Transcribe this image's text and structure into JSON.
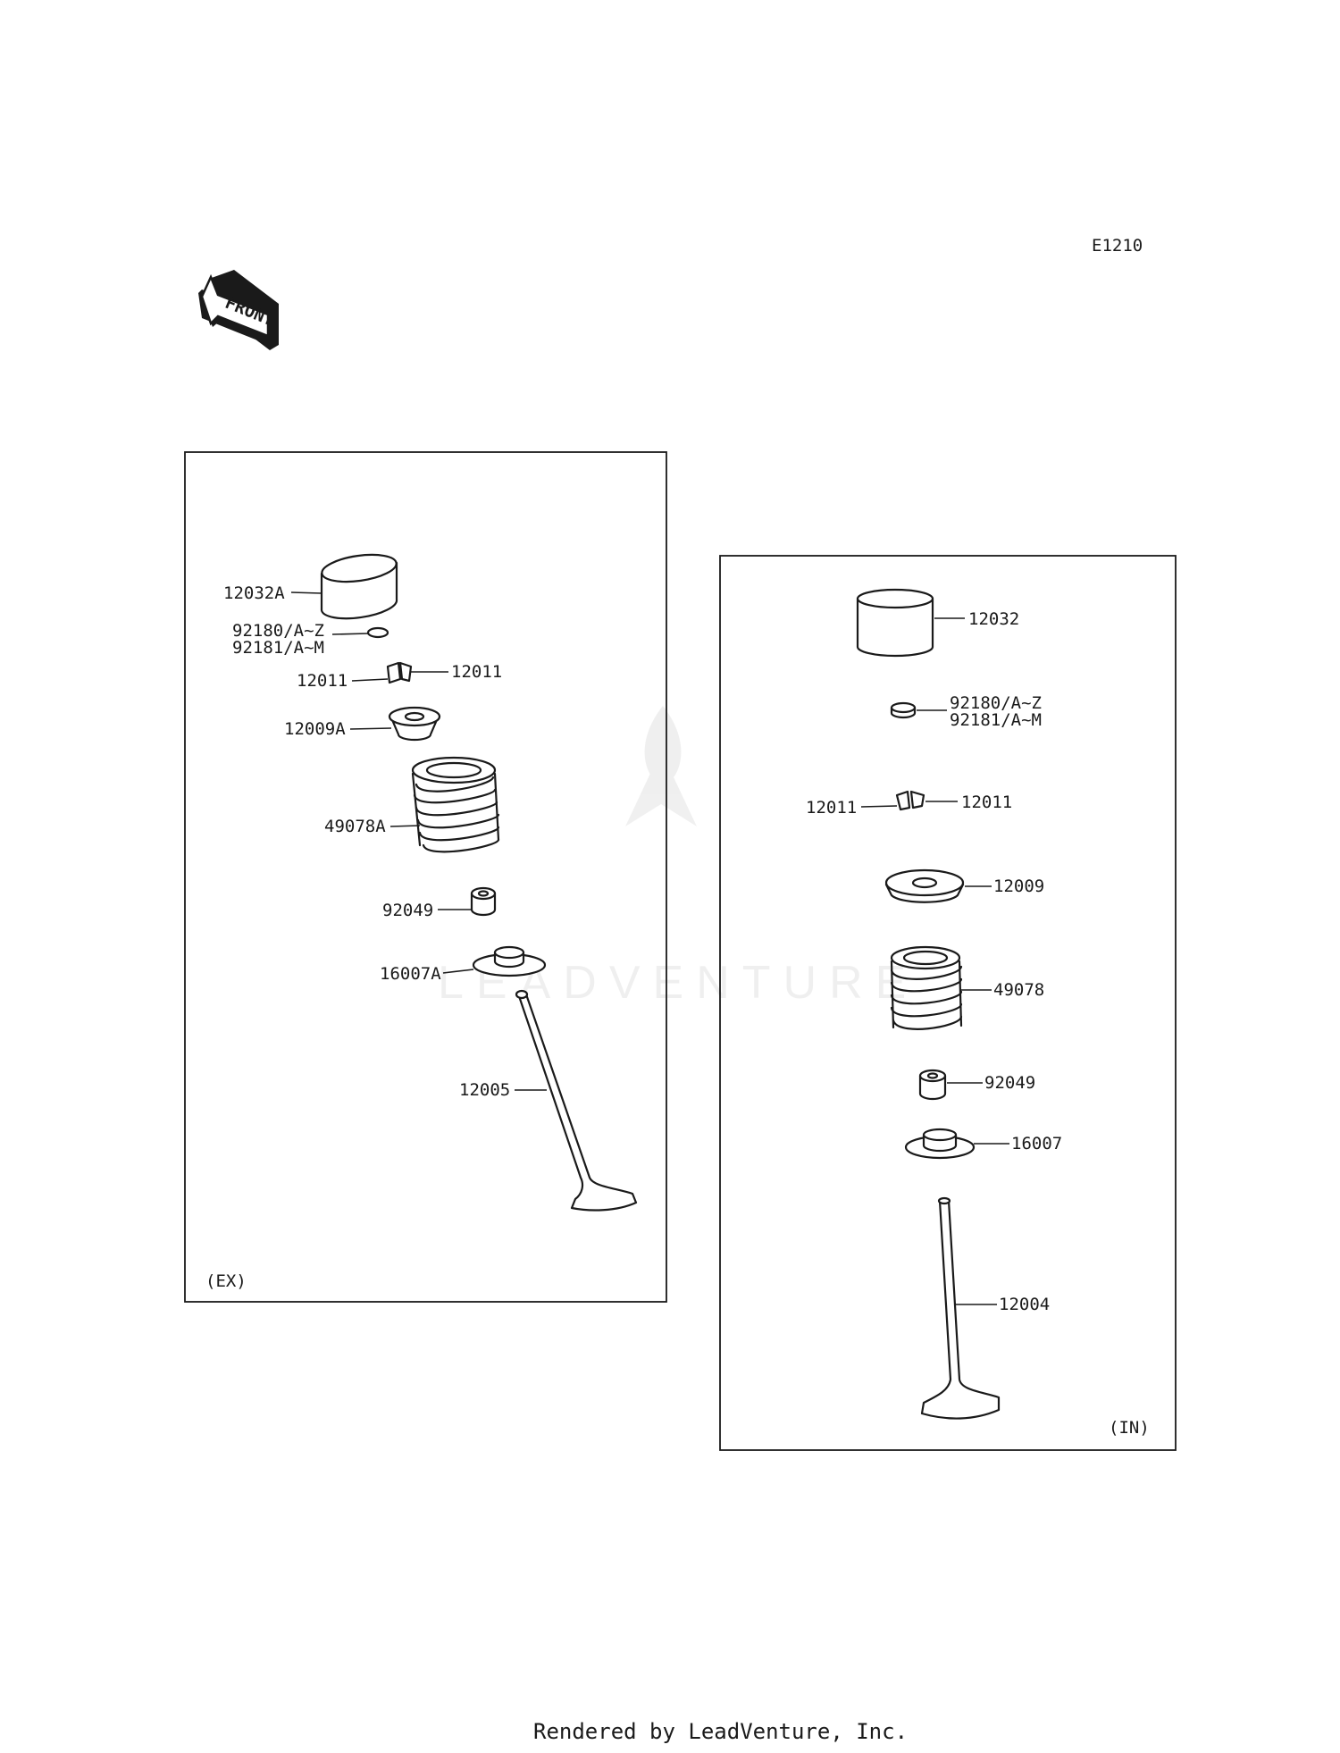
{
  "diagram_code": "E1210",
  "front_arrow_label": "FRONT",
  "watermark": "LEADVENTURE",
  "footer": "Rendered by LeadVenture, Inc.",
  "exhaust_panel": {
    "tag": "(EX)",
    "labels": {
      "tappet": "12032A",
      "shim_a": "92180/A~Z",
      "shim_b": "92181/A~M",
      "cotter_left": "12011",
      "cotter_right": "12011",
      "retainer": "12009A",
      "spring": "49078A",
      "seal": "92049",
      "seat": "16007A",
      "valve": "12005"
    }
  },
  "intake_panel": {
    "tag": "(IN)",
    "labels": {
      "tappet": "12032",
      "shim_a": "92180/A~Z",
      "shim_b": "92181/A~M",
      "cotter_left": "12011",
      "cotter_right": "12011",
      "retainer": "12009",
      "spring": "49078",
      "seal": "92049",
      "seat": "16007",
      "valve": "12004"
    }
  }
}
